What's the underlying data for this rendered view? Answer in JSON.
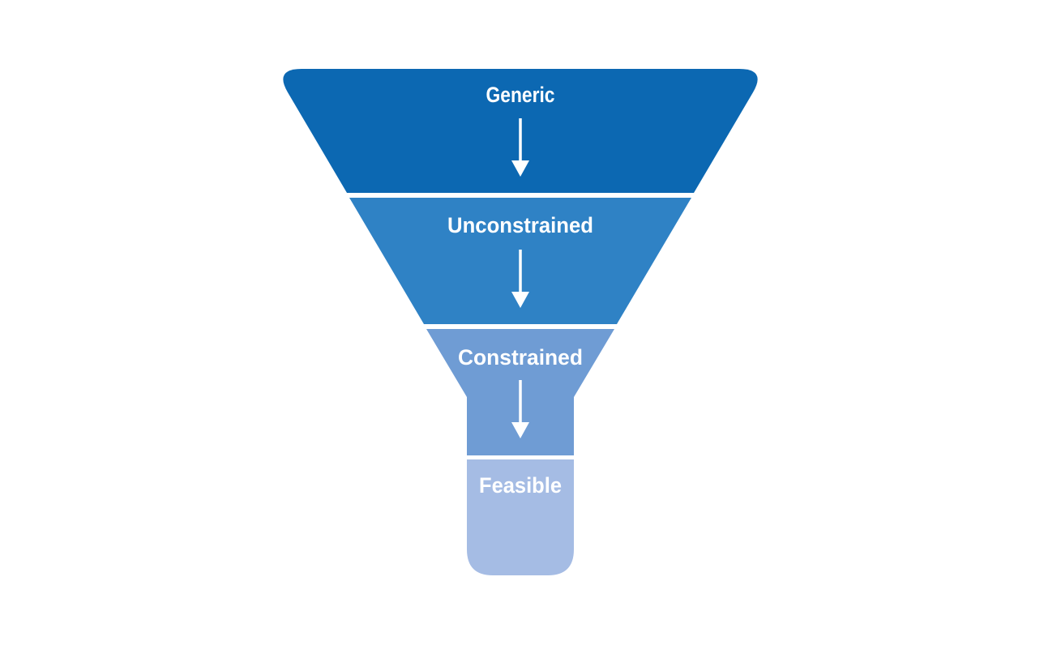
{
  "diagram": {
    "type": "funnel",
    "background_color": "#ffffff",
    "label_color": "#ffffff",
    "arrow_color": "#ffffff",
    "stages": [
      {
        "label": "Generic",
        "color": "#0c68b2"
      },
      {
        "label": "Unconstrained",
        "color": "#2f82c5"
      },
      {
        "label": "Constrained",
        "color": "#6f9cd4"
      },
      {
        "label": "Feasible",
        "color": "#a5bce4"
      }
    ]
  }
}
